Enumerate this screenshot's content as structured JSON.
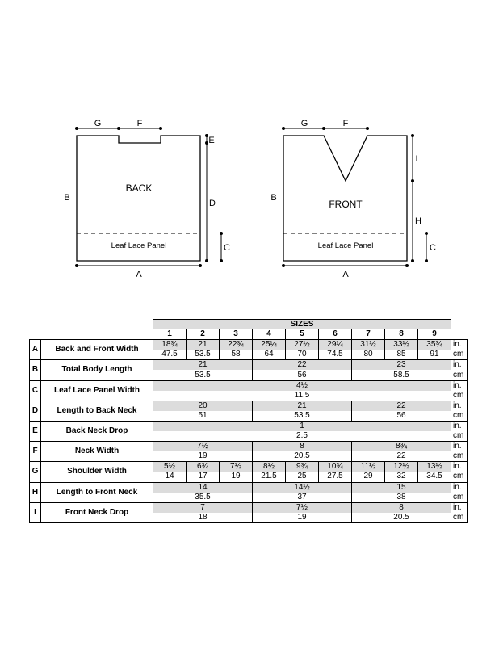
{
  "schematic": {
    "back": {
      "title": "BACK",
      "panel": "Leaf Lace Panel",
      "labels": {
        "A": "A",
        "B": "B",
        "C": "C",
        "D": "D",
        "E": "E",
        "F": "F",
        "G": "G"
      }
    },
    "front": {
      "title": "FRONT",
      "panel": "Leaf Lace Panel",
      "labels": {
        "A": "A",
        "B": "B",
        "C": "C",
        "F": "F",
        "G": "G",
        "H": "H",
        "I": "I"
      }
    }
  },
  "table": {
    "sizes_header": "SIZES",
    "sizes": [
      "1",
      "2",
      "3",
      "4",
      "5",
      "6",
      "7",
      "8",
      "9"
    ],
    "unit_in": "in.",
    "unit_cm": "cm",
    "rows": [
      {
        "letter": "A",
        "name": "Back and Front Width",
        "in": [
          "18¾",
          "21",
          "22¾",
          "25¼",
          "27½",
          "29¼",
          "31½",
          "33½",
          "35¾"
        ],
        "cm": [
          "47.5",
          "53.5",
          "58",
          "64",
          "70",
          "74.5",
          "80",
          "85",
          "91"
        ]
      },
      {
        "letter": "B",
        "name": "Total Body Length",
        "in": [
          "21",
          "22",
          "23"
        ],
        "cm": [
          "53.5",
          "56",
          "58.5"
        ]
      },
      {
        "letter": "C",
        "name": "Leaf Lace Panel Width",
        "in": [
          "4½"
        ],
        "cm": [
          "11.5"
        ]
      },
      {
        "letter": "D",
        "name": "Length to Back Neck",
        "in": [
          "20",
          "21",
          "22"
        ],
        "cm": [
          "51",
          "53.5",
          "56"
        ]
      },
      {
        "letter": "E",
        "name": "Back Neck Drop",
        "in": [
          "1"
        ],
        "cm": [
          "2.5"
        ]
      },
      {
        "letter": "F",
        "name": "Neck Width",
        "in": [
          "7½",
          "8",
          "8¾"
        ],
        "cm": [
          "19",
          "20.5",
          "22"
        ]
      },
      {
        "letter": "G",
        "name": "Shoulder Width",
        "in": [
          "5½",
          "6¾",
          "7½",
          "8½",
          "9¾",
          "10¾",
          "11½",
          "12½",
          "13½"
        ],
        "cm": [
          "14",
          "17",
          "19",
          "21.5",
          "25",
          "27.5",
          "29",
          "32",
          "34.5"
        ]
      },
      {
        "letter": "H",
        "name": "Length to Front Neck",
        "in": [
          "14",
          "14½",
          "15"
        ],
        "cm": [
          "35.5",
          "37",
          "38"
        ]
      },
      {
        "letter": "I",
        "name": "Front Neck Drop",
        "in": [
          "7",
          "7½",
          "8"
        ],
        "cm": [
          "18",
          "19",
          "20.5"
        ]
      }
    ]
  }
}
